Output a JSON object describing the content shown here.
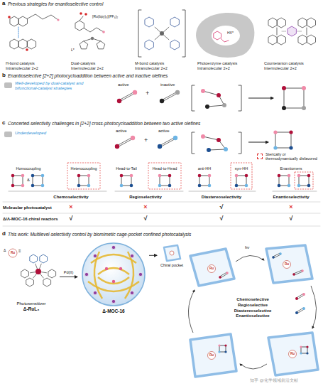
{
  "diagram": {
    "nodes": [
      {
        "text": [
          "Photosensitizer",
          "Δ-RuL₃"
        ]
      },
      {
        "text": [
          "Δ-MOC-16"
        ]
      },
      {
        "text": [
          "Chiral pocket"
        ]
      }
    ],
    "edges": [
      {
        "from": 0,
        "to": 1,
        "arrow": "to",
        "label": "Pd(II)"
      },
      {
        "from": 1,
        "to": 2,
        "arrow": "to"
      }
    ],
    "labels": [
      "a",
      "Previous strategies for enantioselective control",
      "[Ru(bpy)₃](PF₆)₂",
      "L*",
      "HX*",
      "H-bond catalysis",
      "Intramolecular 2+2",
      "Dual-catalysis",
      "Intermolecular 2+2",
      "M-bond catalysis",
      "Intramolecular 2+2",
      "Photoenzyme catalysis",
      "Intramolecular 2+2",
      "Counteranion catalysis",
      "Intermolecular 2+2",
      "b",
      "Enantioselective [2+2] photocycloaddition between active and inactive olefines",
      "active",
      "+",
      "inactive",
      "c",
      "Concerted-selectivity challenges in [2+2] cross-photocycloaddition between two active olefines",
      "active",
      "+",
      "active",
      "Homocoupling",
      "Heterocoupling",
      "Head-to-Tail",
      "Head-to-Head",
      "anti-HH",
      "syn-HH",
      "Enantiomers",
      "&",
      "Chemoselectivity",
      "Regioselectivity",
      "Diastereoselectivity",
      "Enantioselectivity",
      "Moleuclar photocatalyst",
      "×",
      "×",
      "√",
      "×",
      "Δ/Λ-MOC-16 chiral reactors",
      "√",
      "√",
      "√",
      "√",
      "d",
      "This work: Multilevel-selectivity control by biomimetic cage-pocket confined photocatalysis",
      "Δ",
      "Ru",
      "≡",
      "hν",
      "Ru",
      "Ru",
      "Ru",
      "Ru",
      "Chemoselective Regioselective Diastereoselective Enantioselective",
      "知乎 @化学领域前沿文献"
    ],
    "legend": [
      {
        "text": "Well-developed by dual-catalyst and bifunctional-catalyst strategies",
        "color": "#bfbfbf"
      },
      {
        "text": "Underdeveloped",
        "color": "#bfbfbf"
      },
      {
        "text": "Sterically or thermodynamically disfavored"
      }
    ]
  }
}
